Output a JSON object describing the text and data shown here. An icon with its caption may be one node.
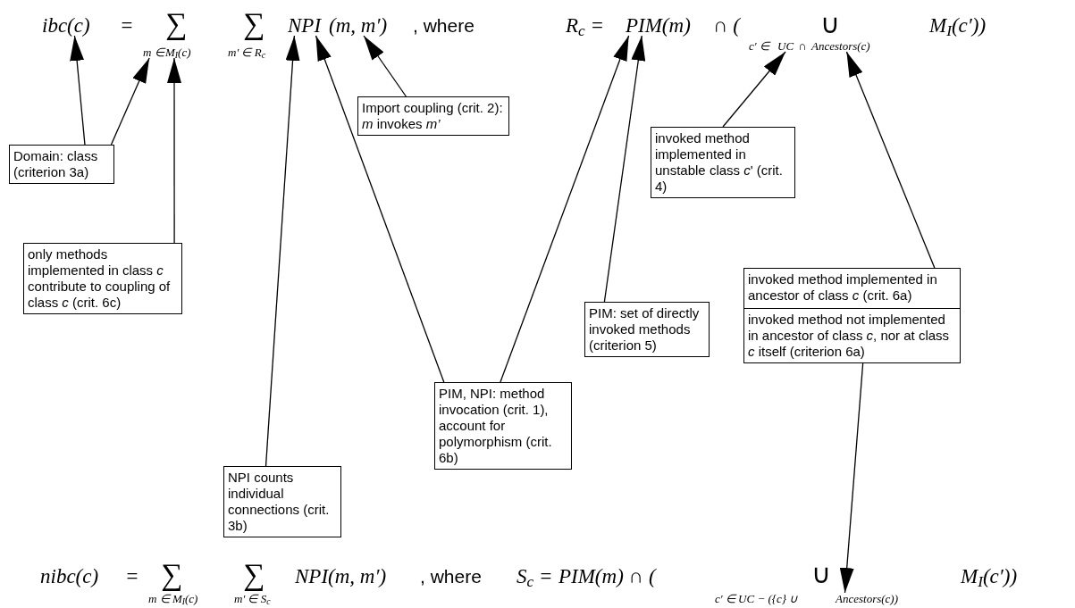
{
  "diagram": {
    "nodes": [
      {
        "text": [
          "ibc(c)"
        ]
      },
      {
        "text": [
          "m ∈"
        ]
      },
      {
        "text": [
          "M$_{I}$(c)"
        ]
      },
      {
        "text": [
          "NPI"
        ]
      },
      {
        "text": [
          "(m, m′)"
        ]
      },
      {
        "text": [
          "PIM(m)"
        ]
      },
      {
        "text": [
          "UC"
        ]
      },
      {
        "text": [
          "Ancestors(c)"
        ]
      },
      {
        "text": [
          "Domain: class (criterion 3a)"
        ]
      },
      {
        "text": [
          "Import coupling (crit. 2): *m* invokes *m’*"
        ]
      },
      {
        "text": [
          "invoked method implemented in unstable class *c*' (crit. 4)"
        ]
      },
      {
        "text": [
          "only methods implemented in class *c* contribute to coupling of class *c* (crit. 6c)"
        ]
      },
      {
        "text": [
          "PIM: set of directly invoked methods (criterion 5)"
        ]
      },
      {
        "text": [
          "invoked method implemented in ancestor of class *c* (crit. 6a)"
        ]
      },
      {
        "text": [
          "invoked method not implemented in ancestor of class *c*, nor at class *c* itself (criterion 6a)"
        ]
      },
      {
        "text": [
          "PIM, NPI: method invocation (crit. 1), account for polymorphism (crit. 6b)"
        ]
      },
      {
        "text": [
          "NPI counts individual connections (crit. 3b)"
        ]
      },
      {
        "text": [
          "Ancestors(c))"
        ]
      }
    ],
    "edges": [
      {
        "from": 8,
        "to": 0,
        "arrow": "to"
      },
      {
        "from": 8,
        "to": 1,
        "arrow": "to"
      },
      {
        "from": 11,
        "to": 2,
        "arrow": "to"
      },
      {
        "from": 16,
        "to": 3,
        "arrow": "to"
      },
      {
        "from": 15,
        "to": 3,
        "arrow": "to"
      },
      {
        "from": 9,
        "to": 4,
        "arrow": "to"
      },
      {
        "from": 15,
        "to": 5,
        "arrow": "to"
      },
      {
        "from": 12,
        "to": 5,
        "arrow": "to"
      },
      {
        "from": 10,
        "to": 6,
        "arrow": "to"
      },
      {
        "from": 13,
        "to": 7,
        "arrow": "to"
      },
      {
        "from": 14,
        "to": 17,
        "arrow": "to"
      }
    ],
    "labels": [
      "=",
      "∑",
      "∑",
      "m′ ∈ R$_{c}$",
      ", where",
      "R$_{c}$ =",
      "∩ (",
      "∪",
      "c′ ∈",
      "∩",
      "M$_{I}$(c′))",
      "nibc(c)",
      "=",
      "∑",
      "∑",
      "m ∈ M$_{I}$(c)",
      "m′ ∈ S$_{c}$",
      "NPI(m, m′)",
      ", where",
      "S$_{c}$ =",
      "PIM(m) ∩ (",
      "∪",
      "c′ ∈ UC − ({c} ∪",
      "M$_{I}$(c′))"
    ]
  }
}
